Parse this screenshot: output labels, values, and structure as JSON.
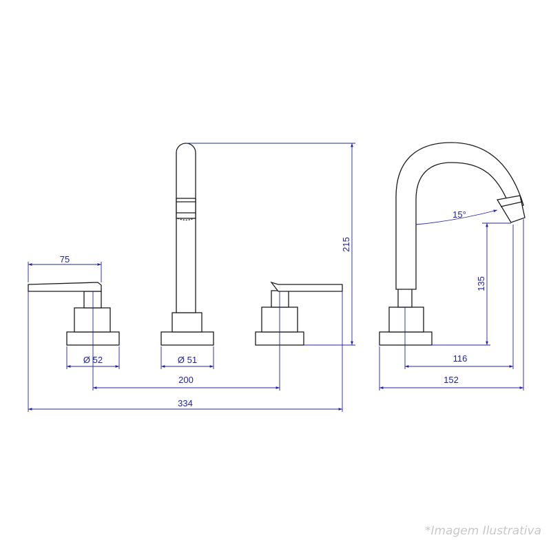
{
  "colors": {
    "dimension": "#2020a8",
    "outline": "#1a1a1a",
    "caption": "#c8c8c8"
  },
  "dimensions": {
    "handle_width": "75",
    "handle_base_diameter": "Ø 52",
    "spout_base_diameter": "Ø 51",
    "handle_spacing": "200",
    "overall_width": "334",
    "spout_height": "215",
    "side_outlet_height": "135",
    "side_reach": "116",
    "side_depth": "152",
    "spout_angle": "15°"
  },
  "caption": "*Imagem Ilustrativa"
}
